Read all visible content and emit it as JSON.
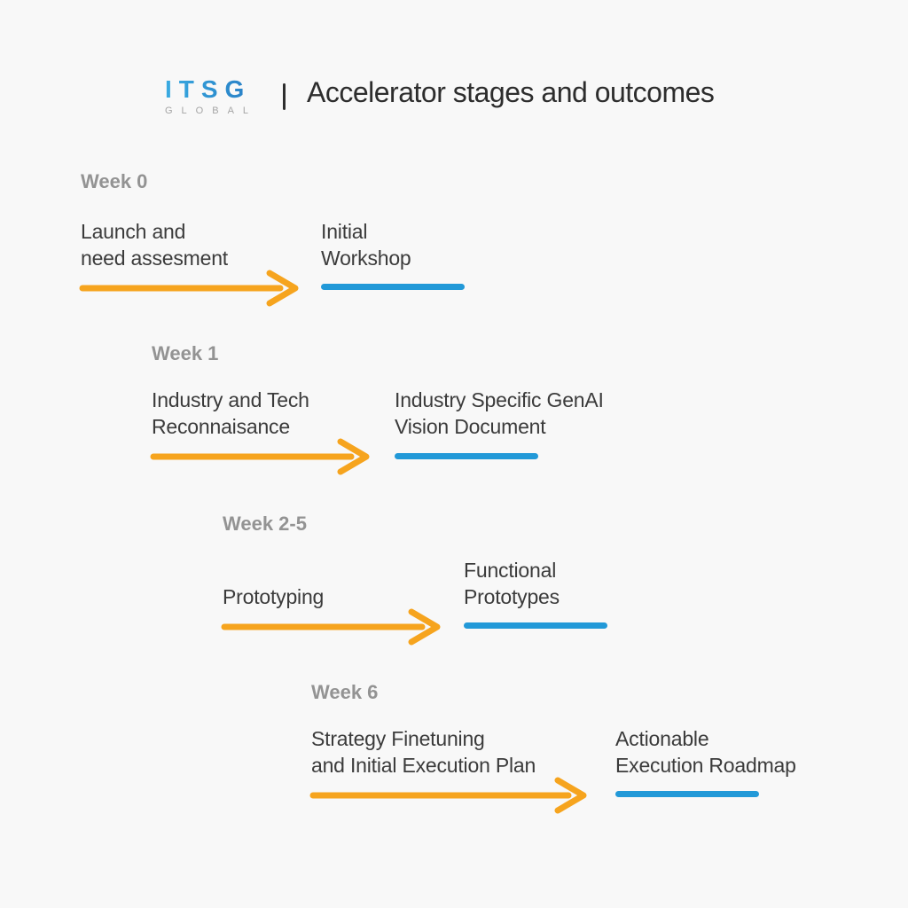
{
  "header": {
    "logo": {
      "wordmark": "ITSG",
      "subtitle": "GLOBAL"
    },
    "title": "Accelerator stages and outcomes"
  },
  "colors": {
    "background": "#f8f8f8",
    "arrow_orange": "#f6a41e",
    "outcome_blue": "#2299d8",
    "title_text": "#2d2d2d",
    "body_text": "#3b3b3b",
    "week_label_gray": "#939393",
    "logo_blue_light": "#3aabe2",
    "logo_blue_dark": "#2a7ec5",
    "logo_subtitle_gray": "#a5a5a5"
  },
  "icons": {
    "stage_arrow": "arrow-right-icon",
    "outcome_marker": "underline-bar"
  },
  "stages": [
    {
      "week_label": "Week 0",
      "task": "Launch and\nneed assesment",
      "outcome": "Initial\nWorkshop"
    },
    {
      "week_label": "Week 1",
      "task": "Industry and Tech\nReconnaisance",
      "outcome": "Industry Specific GenAI\nVision Document"
    },
    {
      "week_label": "Week 2-5",
      "task": "Prototyping",
      "outcome": "Functional\nPrototypes"
    },
    {
      "week_label": "Week 6",
      "task": "Strategy Finetuning\nand Initial Execution Plan",
      "outcome": "Actionable\nExecution Roadmap"
    }
  ]
}
